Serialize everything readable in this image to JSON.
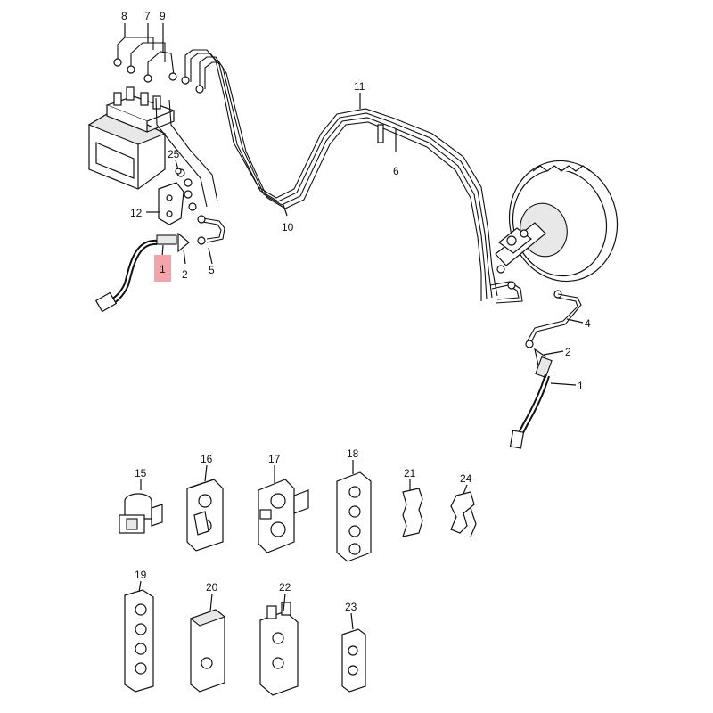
{
  "diagram": {
    "labels": {
      "p8": "8",
      "p7": "7",
      "p9": "9",
      "p11": "11",
      "p6": "6",
      "p25": "25",
      "p12": "12",
      "p10": "10",
      "p1_left": "1",
      "p2_left": "2",
      "p5": "5",
      "p4": "4",
      "p2_right": "2",
      "p1_right": "1",
      "p15": "15",
      "p16": "16",
      "p17": "17",
      "p18": "18",
      "p21": "21",
      "p24": "24",
      "p19": "19",
      "p20": "20",
      "p22": "22",
      "p23": "23"
    },
    "highlight_color": "#f4a3a8",
    "line_color": "#111111"
  }
}
